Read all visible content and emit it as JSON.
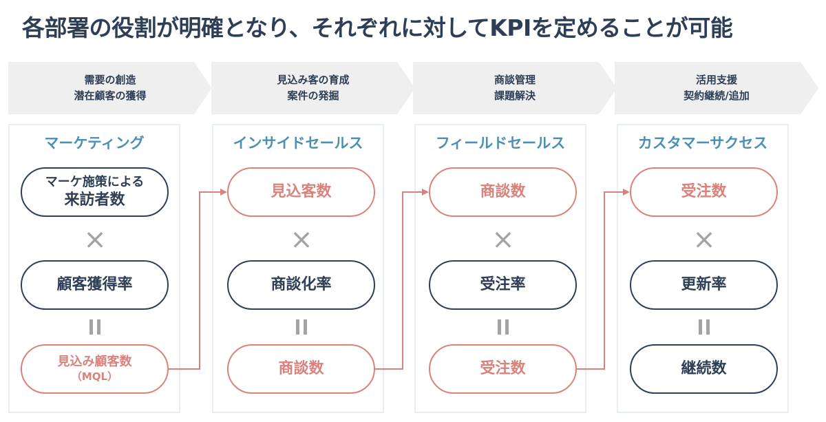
{
  "title": "各部署の役割が明確となり、それぞれに対してKPIを定めることが可能",
  "stages": [
    {
      "line1": "需要の創造",
      "line2": "潜在顧客の獲得"
    },
    {
      "line1": "見込み客の育成",
      "line2": "案件の発掘"
    },
    {
      "line1": "商談管理",
      "line2": "課題解決"
    },
    {
      "line1": "活用支援",
      "line2": "契約継続/追加"
    }
  ],
  "columns": [
    {
      "department": "マーケティング",
      "top_line1": "マーケ施策による",
      "top_line2": "来訪者数",
      "middle": "顧客獲得率",
      "bottom_line1": "見込み顧客数",
      "bottom_line2": "（MQL）"
    },
    {
      "department": "インサイドセールス",
      "top": "見込客数",
      "middle": "商談化率",
      "bottom": "商談数"
    },
    {
      "department": "フィールドセールス",
      "top": "商談数",
      "middle": "受注率",
      "bottom": "受注数"
    },
    {
      "department": "カスタマーサクセス",
      "top": "受注数",
      "middle": "更新率",
      "bottom": "継続数"
    }
  ],
  "operators": {
    "multiply": "×"
  },
  "colors": {
    "navy": "#2d3e55",
    "accent_pink": "#d9827c",
    "dept_blue": "#4b8fb3",
    "stage_gray": "#efefef",
    "operator_gray": "#a3a3a3"
  }
}
